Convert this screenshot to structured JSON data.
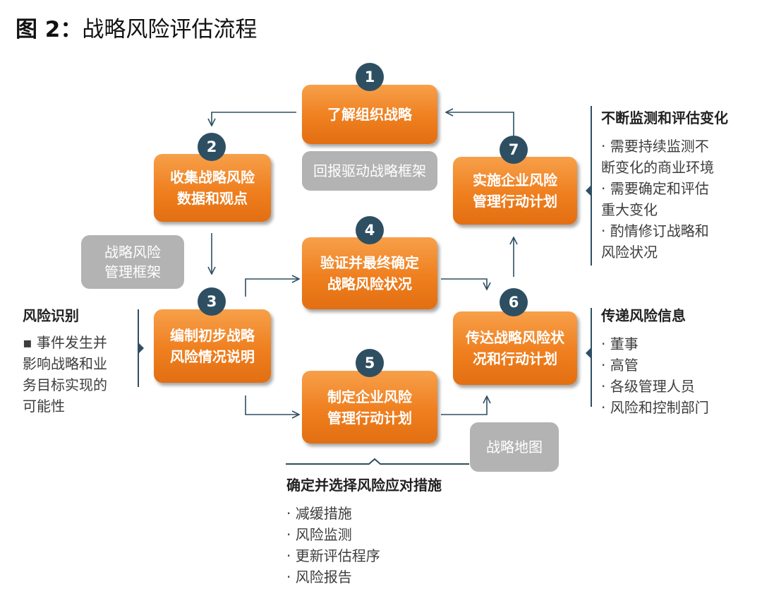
{
  "title": {
    "prefix": "图 2：",
    "text": "战略风险评估流程"
  },
  "steps": [
    {
      "num": "1",
      "lines": [
        "了解组织战略"
      ]
    },
    {
      "num": "2",
      "lines": [
        "收集战略风险",
        "数据和观点"
      ]
    },
    {
      "num": "3",
      "lines": [
        "编制初步战略",
        "风险情况说明"
      ]
    },
    {
      "num": "4",
      "lines": [
        "验证并最终确定",
        "战略风险状况"
      ]
    },
    {
      "num": "5",
      "lines": [
        "制定企业风险",
        "管理行动计划"
      ]
    },
    {
      "num": "6",
      "lines": [
        "传达战略风险状",
        "况和行动计划"
      ]
    },
    {
      "num": "7",
      "lines": [
        "实施企业风险",
        "管理行动计划"
      ]
    }
  ],
  "grey_boxes": {
    "g1": [
      "回报驱动战略框架"
    ],
    "g2": [
      "战略风险",
      "管理框架"
    ],
    "g3": [
      "战略地图"
    ]
  },
  "notes": {
    "risk_id": {
      "head": "风险识别",
      "items": [
        "▪ 事件发生并",
        "影响战略和业",
        "务目标实现的",
        "可能性"
      ]
    },
    "monitor": {
      "head": "不断监测和评估变化",
      "items": [
        "· 需要持续监测不",
        "断变化的商业环境",
        "· 需要确定和评估",
        "重大变化",
        "· 酌情修订战略和",
        "风险状况"
      ]
    },
    "communicate": {
      "head": "传递风险信息",
      "items": [
        "· 董事",
        "· 高管",
        "· 各级管理人员",
        "· 风险和控制部门"
      ]
    },
    "response": {
      "head": "确定并选择风险应对措施",
      "items": [
        "· 减缓措施",
        "· 风险监测",
        "· 更新评估程序",
        "· 风险报告"
      ]
    }
  },
  "colors": {
    "step": "#ef7f1f",
    "badge": "#2e4f62",
    "grey": "#b3b3b3",
    "line": "#2e4f62"
  }
}
